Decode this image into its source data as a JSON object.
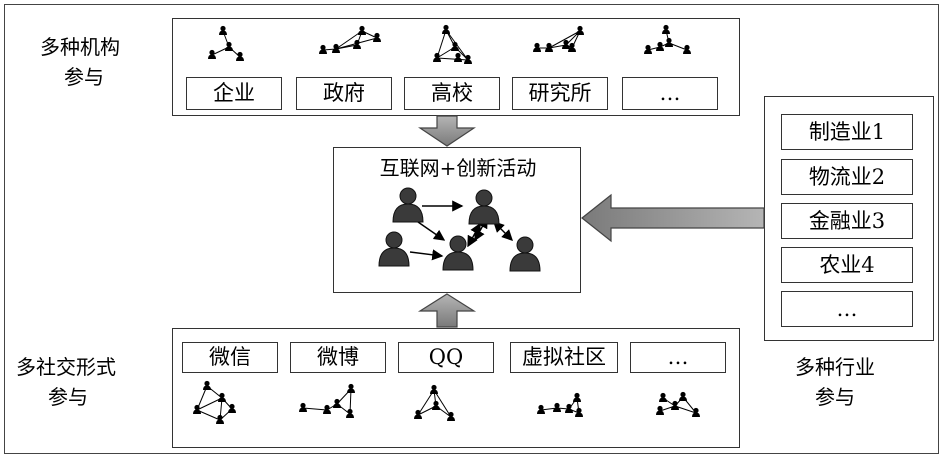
{
  "institutions": {
    "title_line1": "多种机构",
    "title_line2": "参与",
    "items": [
      "企业",
      "政府",
      "高校",
      "研究所",
      "…"
    ]
  },
  "center": {
    "title": "互联网+创新活动"
  },
  "social": {
    "title_line1": "多社交形式",
    "title_line2": "参与",
    "items": [
      "微信",
      "微博",
      "QQ",
      "虚拟社区",
      "…"
    ]
  },
  "industries": {
    "title_line1": "多种行业",
    "title_line2": "参与",
    "items": [
      "制造业1",
      "物流业2",
      "金融业3",
      "农业4",
      "…"
    ]
  }
}
